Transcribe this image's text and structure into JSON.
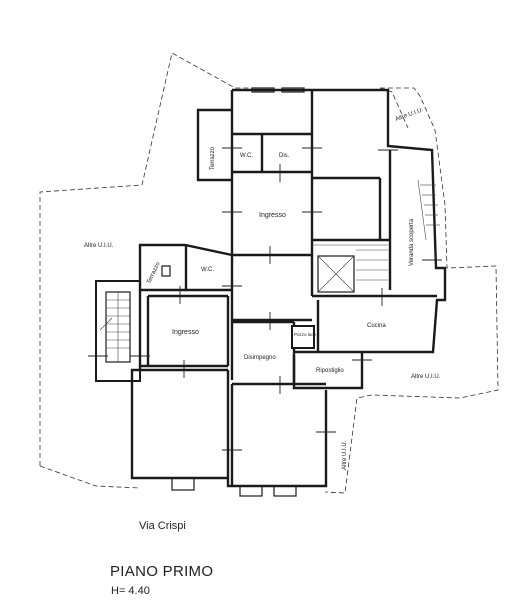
{
  "plan": {
    "title": "PIANO PRIMO",
    "height_note": "H= 4.40",
    "street": "Via Crispi",
    "neighbours": {
      "top_right": "Altre U.I.U.",
      "left": "Altre U.I.U.",
      "bottom_right": "Altre U.I.U.",
      "bottom_vertical": "Altre U.I.U."
    },
    "rooms": {
      "terrazzo_top": "Terrazzo",
      "wc_top": "W.C.",
      "dis": "Dis.",
      "ingresso_top": "Ingresso",
      "veranda": "Veranda scoperta",
      "terrazzo_left": "Terrazzo",
      "wc_left": "W.C.",
      "ingresso_left": "Ingresso",
      "disimpegno": "Disimpegno",
      "pozzo_luce": "Pozzo luce",
      "cucina": "Cucina",
      "ripostiglio": "Ripostiglio"
    }
  }
}
